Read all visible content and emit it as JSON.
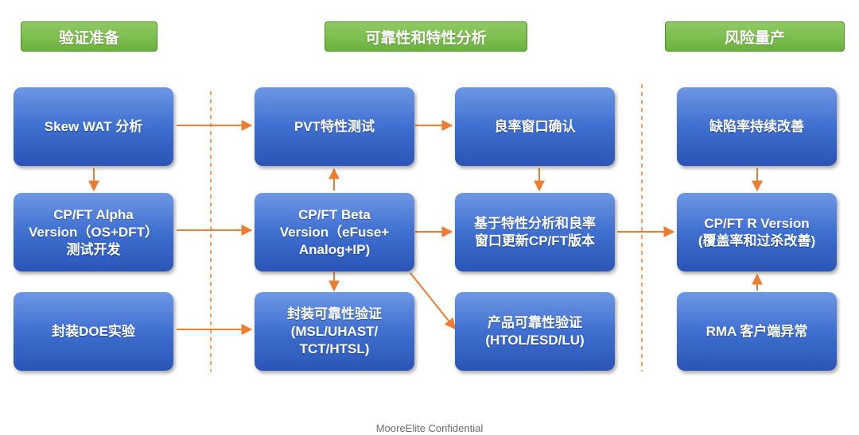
{
  "phases": {
    "verification_prep": "验证准备",
    "reliability_characterization": "可靠性和特性分析",
    "risk_mass_production": "风险量产"
  },
  "boxes": {
    "skew_wat": "Skew WAT 分析",
    "cpft_alpha": "CP/FT Alpha\nVersion（OS+DFT）\n测试开发",
    "package_doe": "封装DOE实验",
    "pvt_test": "PVT特性测试",
    "cpft_beta": "CP/FT Beta\nVersion（eFuse+\nAnalog+IP)",
    "package_reliability": "封装可靠性验证\n(MSL/UHAST/\nTCT/HTSL)",
    "yield_window": "良率窗口确认",
    "update_cpft": "基于特性分析和良率\n窗口更新CP/FT版本",
    "product_reliability": "产品可靠性验证\n(HTOL/ESD/LU)",
    "defect_rate": "缺陷率持续改善",
    "cpft_r": "CP/FT R Version\n(覆盖率和过杀改善)",
    "rma": "RMA 客户端异常"
  },
  "colors": {
    "box_fill": "#3f6fd0",
    "phase_fill": "#6cb23f",
    "arrow": "#ed7d31",
    "divider": "#ed7d31"
  },
  "footer": "MooreElite Confidential"
}
